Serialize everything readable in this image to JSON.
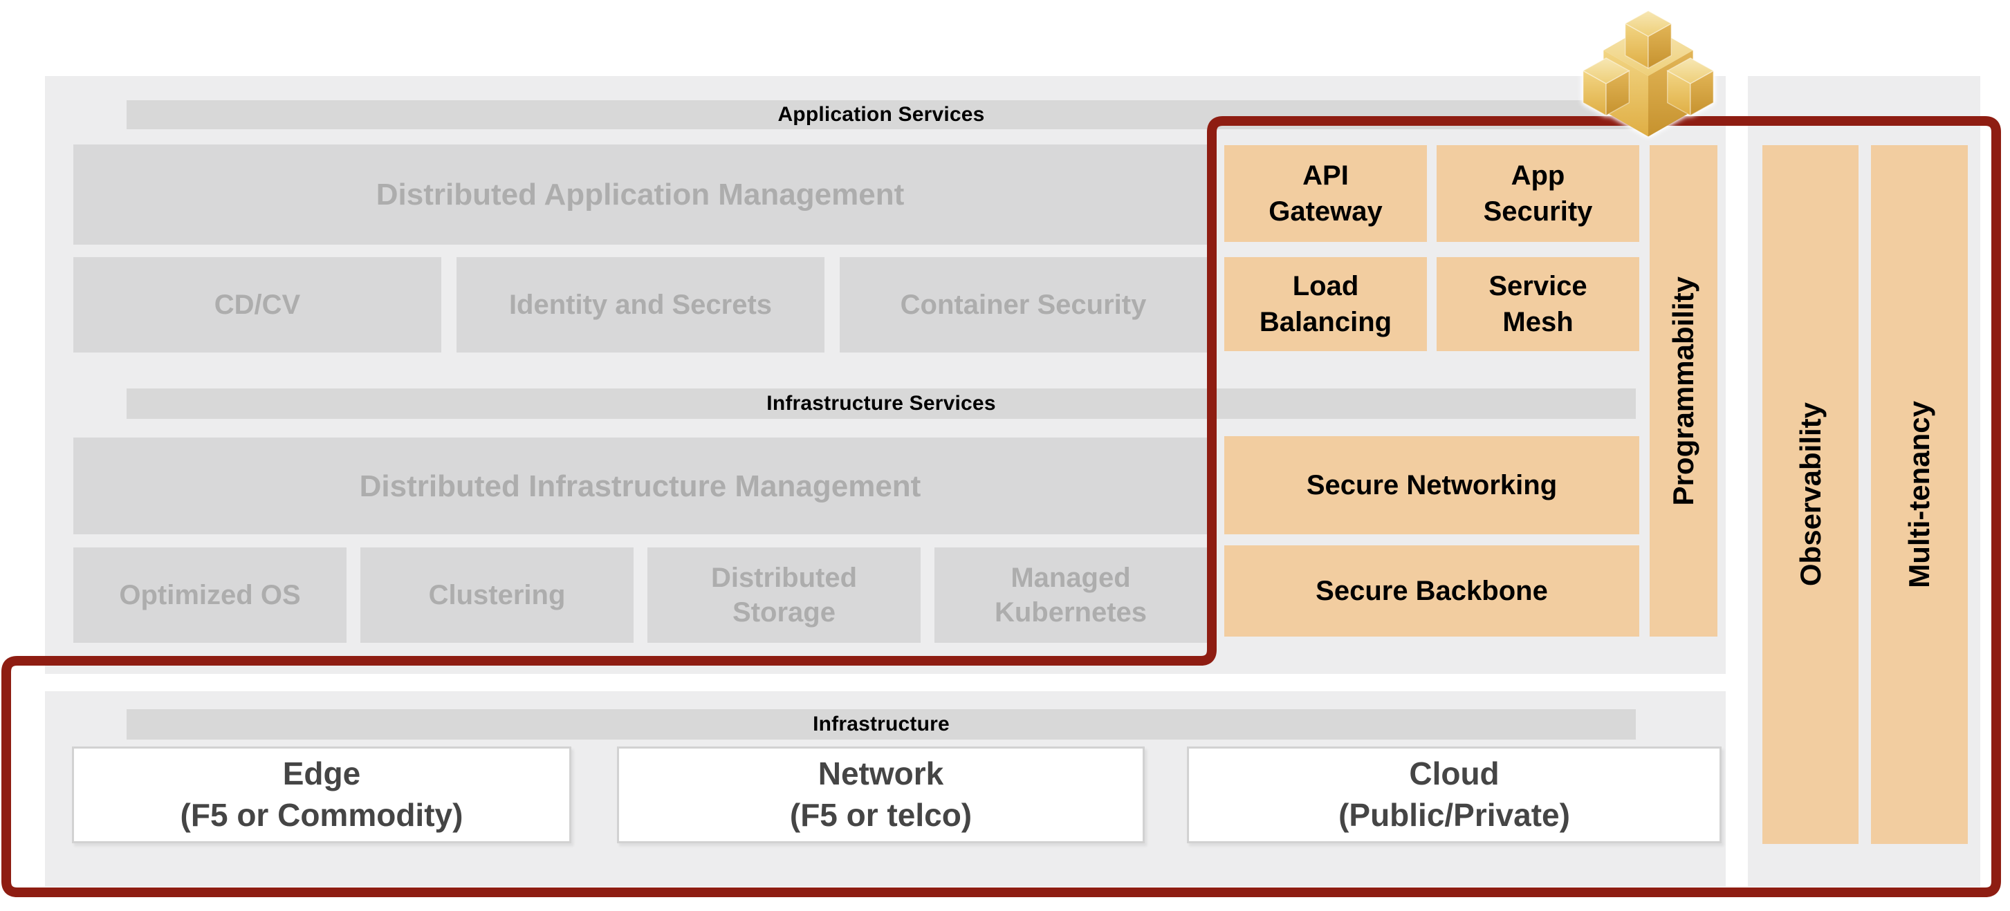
{
  "colors": {
    "panel_gray": "#ededee",
    "bar_gray": "#d8d8d8",
    "box_gray": "#d8d8d9",
    "faded_text": "#adadad",
    "accent_orange": "#f2cda0",
    "outline_red": "#8e1d12",
    "white_box_text": "#454545",
    "black_text": "#000000"
  },
  "app_services": {
    "header": "Application Services",
    "management": "Distributed Application Management",
    "cdcv": "CD/CV",
    "identity": "Identity and Secrets",
    "container": "Container Security"
  },
  "infra_services": {
    "header": "Infrastructure Services",
    "management": "Distributed Infrastructure Management",
    "os": "Optimized OS",
    "clustering": "Clustering",
    "storage": "Distributed\nStorage",
    "kubernetes": "Managed\nKubernetes"
  },
  "services": {
    "api_gateway": "API\nGateway",
    "app_security": "App\nSecurity",
    "load_balancing": "Load\nBalancing",
    "service_mesh": "Service\nMesh",
    "secure_networking": "Secure Networking",
    "secure_backbone": "Secure Backbone",
    "programmability": "Programmability"
  },
  "cross_cutting": {
    "observability": "Observability",
    "multi_tenancy": "Multi-tenancy"
  },
  "infrastructure": {
    "header": "Infrastructure",
    "edge": "Edge\n(F5 or Commodity)",
    "network": "Network\n(F5 or telco)",
    "cloud": "Cloud\n(Public/Private)"
  },
  "logo": {
    "name": "cubes-logo"
  }
}
